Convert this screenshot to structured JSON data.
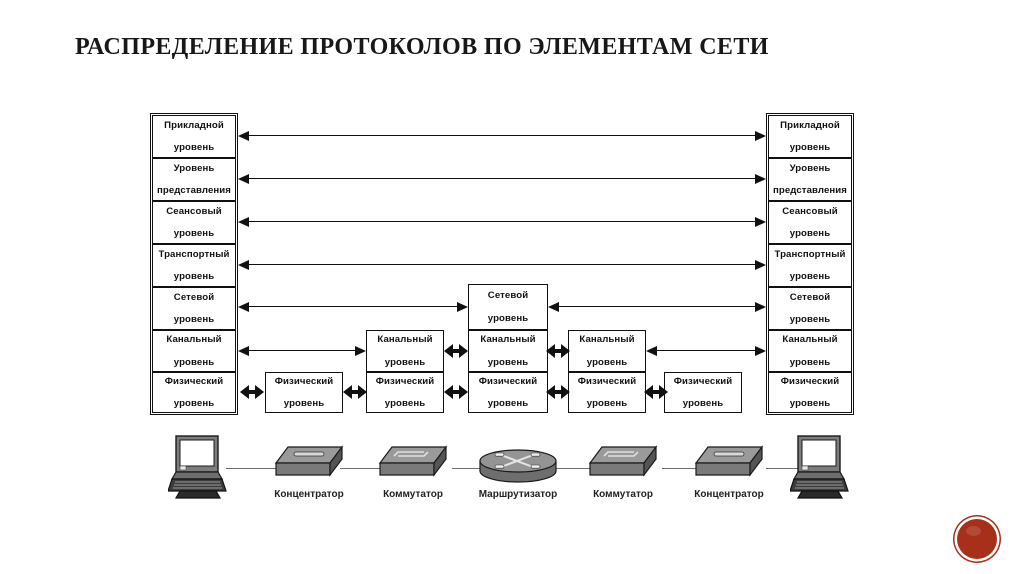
{
  "title": "РАСПРЕДЕЛЕНИЕ ПРОТОКОЛОВ ПО ЭЛЕМЕНТАМ СЕТИ",
  "colors": {
    "line": "#111111",
    "box_fill": "#ffffff",
    "wire": "#6f6f6f",
    "logo": "#a6301a",
    "device_body": "#808080",
    "device_top": "#9a9a9a",
    "device_side": "#5c5c5c"
  },
  "layer_names": {
    "application": "Прикладной уровень",
    "presentation": "Уровень представления",
    "session": "Сеансовый уровень",
    "transport": "Транспортный уровень",
    "network": "Сетевой уровень",
    "datalink": "Канальный уровень",
    "physical": "Физический уровень"
  },
  "left_stack": {
    "name": "host-left",
    "layers": [
      {
        "line1": "Прикладной",
        "line2": "уровень"
      },
      {
        "line1": "Уровень",
        "line2": "представления"
      },
      {
        "line1": "Сеансовый",
        "line2": "уровень"
      },
      {
        "line1": "Транспортный",
        "line2": "уровень"
      },
      {
        "line1": "Сетевой",
        "line2": "уровень"
      },
      {
        "line1": "Канальный",
        "line2": "уровень"
      },
      {
        "line1": "Физический",
        "line2": "уровень"
      }
    ]
  },
  "right_stack": {
    "name": "host-right",
    "layers": [
      {
        "line1": "Прикладной",
        "line2": "уровень"
      },
      {
        "line1": "Уровень",
        "line2": "представления"
      },
      {
        "line1": "Сеансовый",
        "line2": "уровень"
      },
      {
        "line1": "Транспортный",
        "line2": "уровень"
      },
      {
        "line1": "Сетевой",
        "line2": "уровень"
      },
      {
        "line1": "Канальный",
        "line2": "уровень"
      },
      {
        "line1": "Физический",
        "line2": "уровень"
      }
    ]
  },
  "hub_left": {
    "device": "Концентратор",
    "layers": [
      {
        "line1": "Физический",
        "line2": "уровень"
      }
    ]
  },
  "switch_left": {
    "device": "Коммутатор",
    "layers": [
      {
        "line1": "Канальный",
        "line2": "уровень"
      },
      {
        "line1": "Физический",
        "line2": "уровень"
      }
    ]
  },
  "router": {
    "device": "Маршрутизатор",
    "layers": [
      {
        "line1": "Сетевой",
        "line2": "уровень"
      },
      {
        "line1": "Канальный",
        "line2": "уровень"
      },
      {
        "line1": "Физический",
        "line2": "уровень"
      }
    ]
  },
  "switch_right": {
    "device": "Коммутатор",
    "layers": [
      {
        "line1": "Канальный",
        "line2": "уровень"
      },
      {
        "line1": "Физический",
        "line2": "уровень"
      }
    ]
  },
  "hub_right": {
    "device": "Концентратор",
    "layers": [
      {
        "line1": "Физический",
        "line2": "уровень"
      }
    ]
  },
  "devices": [
    {
      "type": "computer-icon",
      "label": ""
    },
    {
      "type": "hub-icon",
      "label": "Концентратор"
    },
    {
      "type": "switch-icon",
      "label": "Коммутатор"
    },
    {
      "type": "router-icon",
      "label": "Маршрутизатор"
    },
    {
      "type": "switch-icon",
      "label": "Коммутатор"
    },
    {
      "type": "hub-icon",
      "label": "Концентратор"
    },
    {
      "type": "computer-icon",
      "label": ""
    }
  ]
}
